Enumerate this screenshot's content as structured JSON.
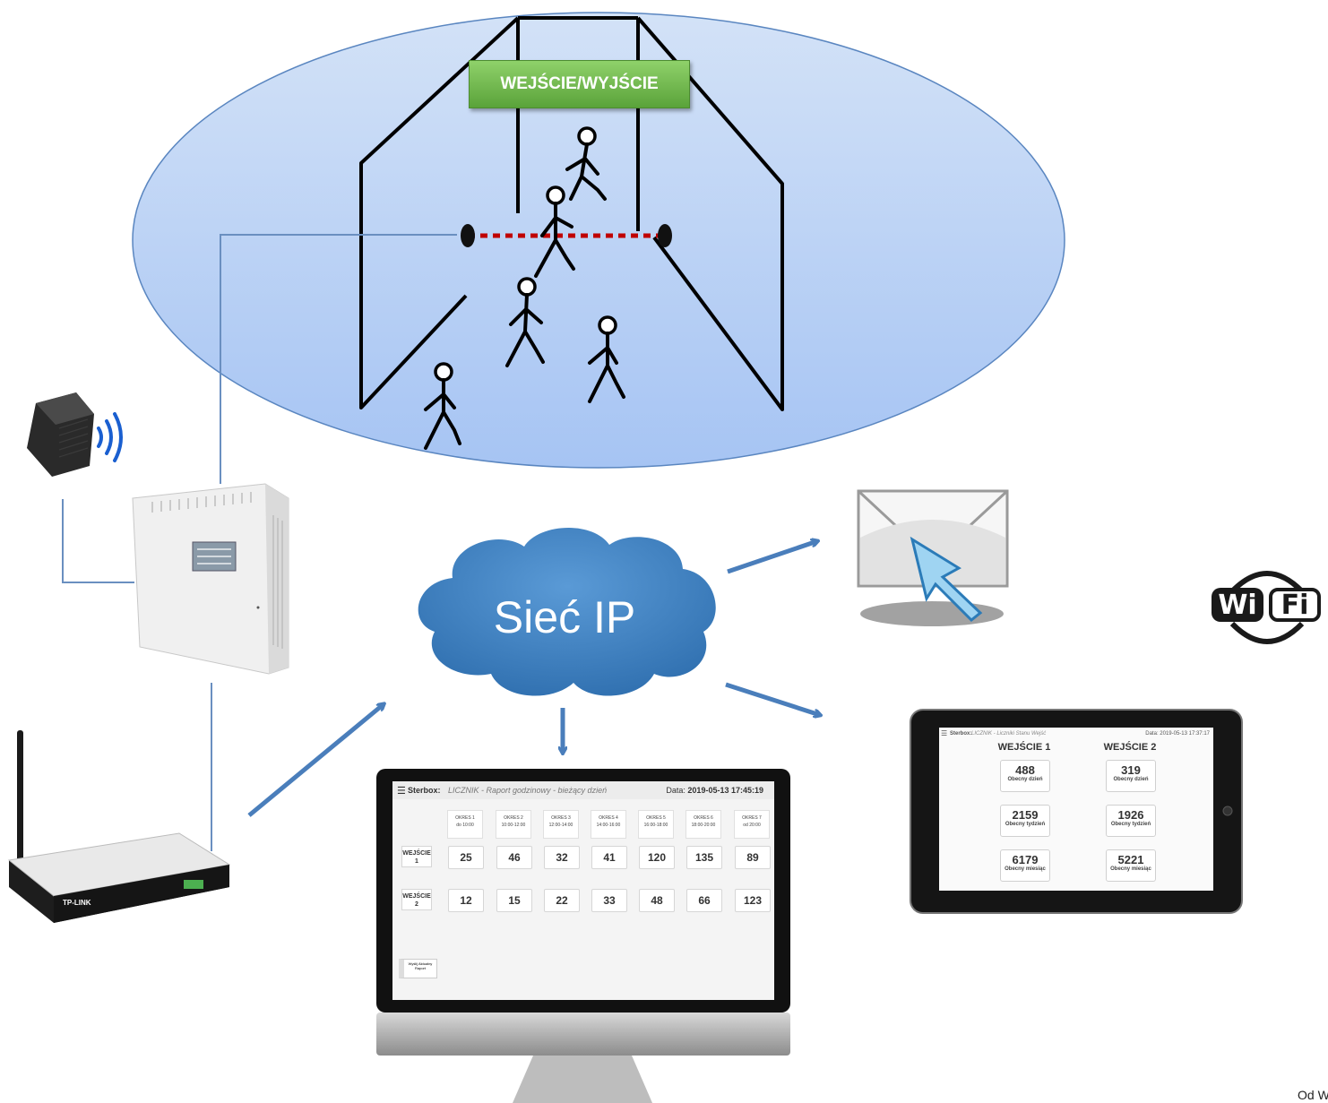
{
  "diagram": {
    "entrance_label": "WEJŚCIE/WYJŚCIE",
    "cloud_label": "Sieć IP",
    "wifi_logo": [
      "Wi",
      "Fi"
    ],
    "footer_text": "Od W",
    "colors": {
      "zone_fill_top": "#c9dcf6",
      "zone_fill_bottom": "#a5c3f2",
      "zone_stroke": "#5a86c0",
      "cloud": "#3f85c8",
      "arrow": "#4a7ebb",
      "beam": "#c00000",
      "banner": "#6ebd47"
    }
  },
  "monitor": {
    "app": "Sterbox:",
    "subtitle": "LICZNIK - Raport godzinowy - bieżący dzień",
    "date_label": "Data:",
    "date_value": "2019-05-13 17:45:19",
    "periods": [
      {
        "name": "OKRES 1",
        "range": "do 10:00"
      },
      {
        "name": "OKRES 2",
        "range": "10:00-12:00"
      },
      {
        "name": "OKRES 3",
        "range": "12:00-14:00"
      },
      {
        "name": "OKRES 4",
        "range": "14:00-16:00"
      },
      {
        "name": "OKRES 5",
        "range": "16:00-18:00"
      },
      {
        "name": "OKRES 6",
        "range": "18:00-20:00"
      },
      {
        "name": "OKRES 7",
        "range": "od 20:00"
      }
    ],
    "rows": [
      {
        "label": "WEJŚCIE 1",
        "values": [
          "25",
          "46",
          "32",
          "41",
          "120",
          "135",
          "89"
        ]
      },
      {
        "label": "WEJŚCIE 2",
        "values": [
          "12",
          "15",
          "22",
          "33",
          "48",
          "66",
          "123"
        ]
      }
    ],
    "button": "Wyślij Aktualny Raport"
  },
  "tablet": {
    "app": "Sterbox:",
    "subtitle": "LICZNIK - Liczniki Stanu Wejść",
    "date": "Data: 2019-05-13 17:37:17",
    "columns": [
      {
        "title": "WEJŚCIE 1",
        "cards": [
          {
            "value": "488",
            "label": "Obecny dzień"
          },
          {
            "value": "2159",
            "label": "Obecny tydzień"
          },
          {
            "value": "6179",
            "label": "Obecny miesiąc"
          }
        ]
      },
      {
        "title": "WEJŚCIE 2",
        "cards": [
          {
            "value": "319",
            "label": "Obecny dzień"
          },
          {
            "value": "1926",
            "label": "Obecny tydzień"
          },
          {
            "value": "5221",
            "label": "Obecny miesiąc"
          }
        ]
      }
    ]
  }
}
